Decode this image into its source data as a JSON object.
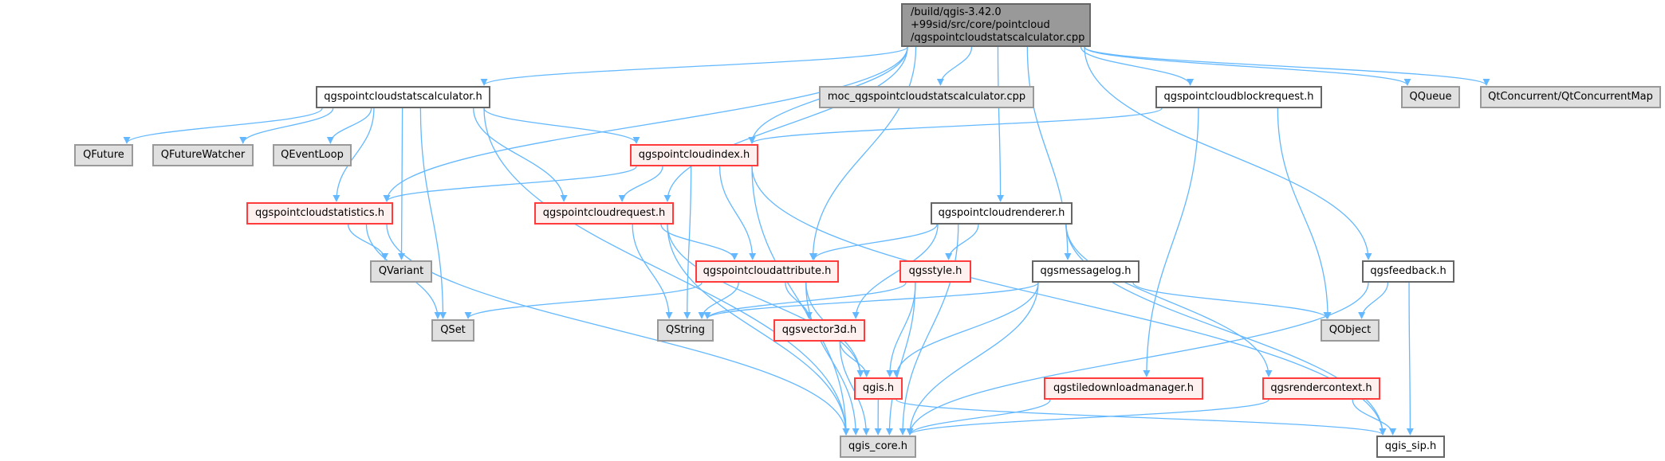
{
  "colors": {
    "edge": "#63b8ff",
    "red_fill": "#fff0f0",
    "red_border": "#ff3b3b",
    "gray_fill": "#e0e0e0",
    "root_fill": "#999999"
  },
  "nodes": [
    {
      "id": "root",
      "label": "/build/qgis-3.42.0\n+99sid/src/core/pointcloud\n/qgspointcloudstatscalculator.cpp",
      "kind": "root"
    },
    {
      "id": "statscalc",
      "label": "qgspointcloudstatscalculator.h",
      "kind": "white"
    },
    {
      "id": "moc",
      "label": "moc_qgspointcloudstatscalculator.cpp",
      "kind": "gray"
    },
    {
      "id": "blockreq",
      "label": "qgspointcloudblockrequest.h",
      "kind": "white"
    },
    {
      "id": "qqueue",
      "label": "QQueue",
      "kind": "gray"
    },
    {
      "id": "qtconc",
      "label": "QtConcurrent/QtConcurrentMap",
      "kind": "gray"
    },
    {
      "id": "qfuture",
      "label": "QFuture",
      "kind": "gray"
    },
    {
      "id": "qfuturewatcher",
      "label": "QFutureWatcher",
      "kind": "gray"
    },
    {
      "id": "qeventloop",
      "label": "QEventLoop",
      "kind": "gray"
    },
    {
      "id": "index",
      "label": "qgspointcloudindex.h",
      "kind": "red"
    },
    {
      "id": "statistics",
      "label": "qgspointcloudstatistics.h",
      "kind": "red"
    },
    {
      "id": "request",
      "label": "qgspointcloudrequest.h",
      "kind": "red"
    },
    {
      "id": "renderer",
      "label": "qgspointcloudrenderer.h",
      "kind": "white"
    },
    {
      "id": "qvariant",
      "label": "QVariant",
      "kind": "gray"
    },
    {
      "id": "attribute",
      "label": "qgspointcloudattribute.h",
      "kind": "red"
    },
    {
      "id": "style",
      "label": "qgsstyle.h",
      "kind": "red"
    },
    {
      "id": "messagelog",
      "label": "qgsmessagelog.h",
      "kind": "white"
    },
    {
      "id": "feedback",
      "label": "qgsfeedback.h",
      "kind": "white"
    },
    {
      "id": "qset",
      "label": "QSet",
      "kind": "gray"
    },
    {
      "id": "qstring",
      "label": "QString",
      "kind": "gray"
    },
    {
      "id": "vector3d",
      "label": "qgsvector3d.h",
      "kind": "red"
    },
    {
      "id": "qobject",
      "label": "QObject",
      "kind": "gray"
    },
    {
      "id": "qgis",
      "label": "qgis.h",
      "kind": "red"
    },
    {
      "id": "tiledl",
      "label": "qgstiledownloadmanager.h",
      "kind": "red"
    },
    {
      "id": "rendercontext",
      "label": "qgsrendercontext.h",
      "kind": "red"
    },
    {
      "id": "core",
      "label": "qgis_core.h",
      "kind": "gray"
    },
    {
      "id": "sip",
      "label": "qgis_sip.h",
      "kind": "white"
    }
  ],
  "edges": [
    [
      "root",
      "statscalc"
    ],
    [
      "root",
      "moc"
    ],
    [
      "root",
      "blockreq"
    ],
    [
      "root",
      "qqueue"
    ],
    [
      "root",
      "qtconc"
    ],
    [
      "root",
      "index"
    ],
    [
      "root",
      "request"
    ],
    [
      "root",
      "attribute"
    ],
    [
      "root",
      "statistics"
    ],
    [
      "root",
      "renderer"
    ],
    [
      "root",
      "messagelog"
    ],
    [
      "root",
      "feedback"
    ],
    [
      "statscalc",
      "qfuture"
    ],
    [
      "statscalc",
      "qfuturewatcher"
    ],
    [
      "statscalc",
      "qeventloop"
    ],
    [
      "statscalc",
      "index"
    ],
    [
      "statscalc",
      "statistics"
    ],
    [
      "statscalc",
      "qvariant"
    ],
    [
      "statscalc",
      "qset"
    ],
    [
      "statscalc",
      "request"
    ],
    [
      "statscalc",
      "core"
    ],
    [
      "index",
      "statistics"
    ],
    [
      "index",
      "request"
    ],
    [
      "index",
      "attribute"
    ],
    [
      "index",
      "qstring"
    ],
    [
      "index",
      "core"
    ],
    [
      "index",
      "sip"
    ],
    [
      "blockreq",
      "index"
    ],
    [
      "blockreq",
      "tiledl"
    ],
    [
      "blockreq",
      "qobject"
    ],
    [
      "statistics",
      "qvariant"
    ],
    [
      "statistics",
      "qset"
    ],
    [
      "statistics",
      "core"
    ],
    [
      "request",
      "attribute"
    ],
    [
      "request",
      "qstring"
    ],
    [
      "request",
      "qgis"
    ],
    [
      "request",
      "core"
    ],
    [
      "attribute",
      "qset"
    ],
    [
      "attribute",
      "qstring"
    ],
    [
      "attribute",
      "vector3d"
    ],
    [
      "attribute",
      "qgis"
    ],
    [
      "attribute",
      "core"
    ],
    [
      "renderer",
      "attribute"
    ],
    [
      "renderer",
      "style"
    ],
    [
      "renderer",
      "vector3d"
    ],
    [
      "renderer",
      "core"
    ],
    [
      "renderer",
      "rendercontext"
    ],
    [
      "renderer",
      "sip"
    ],
    [
      "style",
      "qstring"
    ],
    [
      "style",
      "qgis"
    ],
    [
      "style",
      "core"
    ],
    [
      "messagelog",
      "qstring"
    ],
    [
      "messagelog",
      "qobject"
    ],
    [
      "messagelog",
      "qgis"
    ],
    [
      "messagelog",
      "core"
    ],
    [
      "vector3d",
      "qgis"
    ],
    [
      "vector3d",
      "core"
    ],
    [
      "qgis",
      "core"
    ],
    [
      "qgis",
      "sip"
    ],
    [
      "feedback",
      "qobject"
    ],
    [
      "feedback",
      "core"
    ],
    [
      "feedback",
      "sip"
    ],
    [
      "tiledl",
      "core"
    ],
    [
      "rendercontext",
      "core"
    ],
    [
      "rendercontext",
      "sip"
    ]
  ]
}
